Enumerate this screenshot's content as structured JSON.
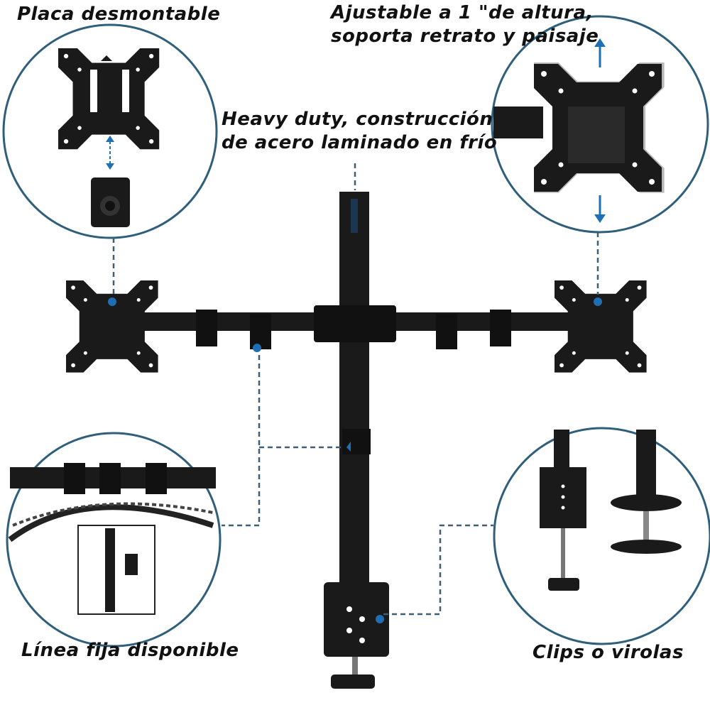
{
  "labels": {
    "detachable_plate": "Placa desmontable",
    "height_adjust_line1": "Ajustable a 1 \"de altura,",
    "height_adjust_line2": "soporta retrato y paisaje",
    "heavy_duty_line1": "Heavy duty, construcción",
    "heavy_duty_line2": "de acero laminado en frío",
    "cable_line": "Línea fija disponible",
    "clips": "Clips o virolas"
  },
  "colors": {
    "metal": "#1a1a1a",
    "accent": "#1f6fb5",
    "circle": "#2f5f7a",
    "leader": "#3f5f73"
  }
}
